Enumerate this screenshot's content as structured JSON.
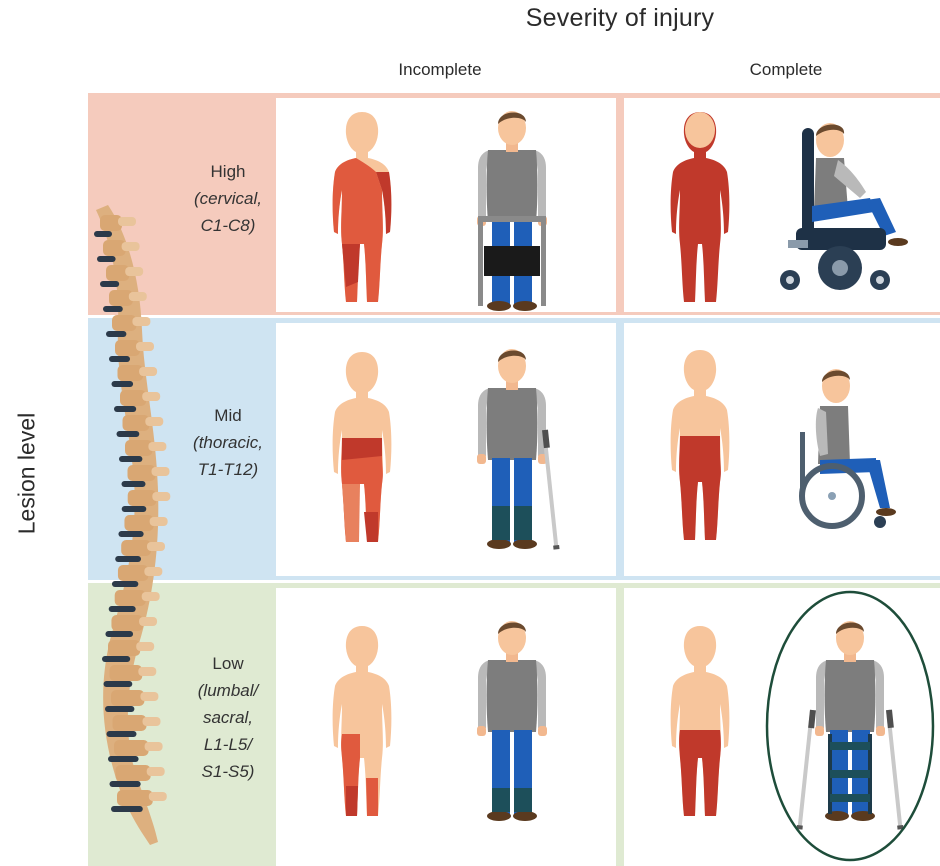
{
  "title": "Severity of injury",
  "columns": [
    "Incomplete",
    "Complete"
  ],
  "row_axis_label": "Lesion level",
  "rows": [
    {
      "name": "High",
      "sub": [
        "(cervical,",
        "C1-C8)"
      ],
      "incomplete_aid": "walker",
      "complete_aid": "power-wheelchair"
    },
    {
      "name": "Mid",
      "sub": [
        "(thoracic,",
        "T1-T12)"
      ],
      "incomplete_aid": "crutch-and-leg-braces",
      "complete_aid": "manual-wheelchair"
    },
    {
      "name": "Low",
      "sub": [
        "(lumbal/",
        "sacral,",
        "L1-L5/",
        "S1-S5)"
      ],
      "incomplete_aid": "ankle-braces",
      "complete_aid": "exoskeleton-with-crutches"
    }
  ],
  "colors": {
    "high_band": "#f5cbbd",
    "mid_band": "#cfe4f2",
    "low_band": "#dfead2",
    "skin": "#f7c59c",
    "paralysis_full": "#c0392b",
    "paralysis_partial": "#e8654a",
    "highlight_ring": "#1e4d3a"
  }
}
